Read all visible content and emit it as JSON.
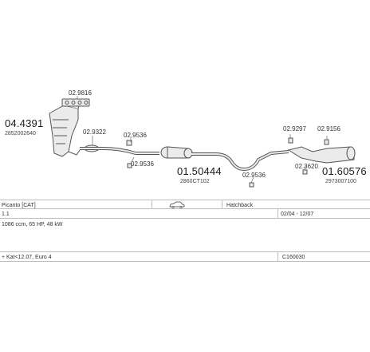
{
  "parts": {
    "p1_number": "04.4391",
    "p1_oem": "2852002640",
    "p2_number": "01.50444",
    "p2_oem": "2860CT102",
    "p3_number": "01.60576",
    "p3_oem": "2973007100"
  },
  "accessories": {
    "a1": "02.9816",
    "a2": "02.9322",
    "a3": "02.9536",
    "a4": "02.9536",
    "a5": "02.9536",
    "a6": "02.9297",
    "a7": "02.9156",
    "a8": "02.3620"
  },
  "vehicle": {
    "model": "Picanto  [CAT]",
    "body": "Hatchback",
    "variant": "1.1",
    "years": "02/04 - 12/07",
    "engine": "1086 ccm, 65 HP, 48 kW",
    "emission": "+ Kat<12.07, Euro 4",
    "code": "C160030"
  },
  "colors": {
    "line": "#555555",
    "fill": "#ebebeb",
    "grid": "#bdbdbd"
  },
  "icons": {
    "car": "car-outline-icon"
  }
}
